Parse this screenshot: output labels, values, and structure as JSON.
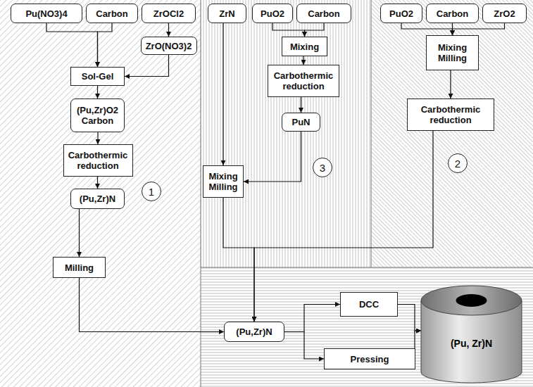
{
  "diagram": {
    "nodes": [
      {
        "text": [
          "Pu(NO3)4"
        ]
      },
      {
        "text": [
          "Carbon"
        ]
      },
      {
        "text": [
          "ZrOCl2"
        ]
      },
      {
        "text": [
          "ZrO(NO3)2"
        ]
      },
      {
        "text": [
          "Sol-Gel"
        ]
      },
      {
        "text": [
          "(Pu,Zr)O2 Carbon"
        ]
      },
      {
        "text": [
          "Carbothermic reduction"
        ]
      },
      {
        "text": [
          "(Pu,Zr)N"
        ]
      },
      {
        "text": [
          "1"
        ]
      },
      {
        "text": [
          "Milling"
        ]
      },
      {
        "text": [
          "ZrN"
        ]
      },
      {
        "text": [
          "PuO2"
        ]
      },
      {
        "text": [
          "Carbon"
        ]
      },
      {
        "text": [
          "Mixing"
        ]
      },
      {
        "text": [
          "Carbothermic reduction"
        ]
      },
      {
        "text": [
          "PuN"
        ]
      },
      {
        "text": [
          "Mixing Milling"
        ]
      },
      {
        "text": [
          "3"
        ]
      },
      {
        "text": [
          "PuO2"
        ]
      },
      {
        "text": [
          "Carbon"
        ]
      },
      {
        "text": [
          "ZrO2"
        ]
      },
      {
        "text": [
          "Mixing Milling"
        ]
      },
      {
        "text": [
          "Carbothermic reduction"
        ]
      },
      {
        "text": [
          "2"
        ]
      },
      {
        "text": [
          "(Pu,Zr)N"
        ]
      },
      {
        "text": [
          "DCC"
        ]
      },
      {
        "text": [
          "Pressing"
        ]
      },
      {
        "text": [
          "(Pu, Zr)N"
        ]
      }
    ],
    "edges": [
      {
        "from": 0,
        "to": 4,
        "arrow": "to"
      },
      {
        "from": 1,
        "to": 4,
        "arrow": "to"
      },
      {
        "from": 2,
        "to": 3,
        "arrow": "to"
      },
      {
        "from": 3,
        "to": 4,
        "arrow": "to"
      },
      {
        "from": 4,
        "to": 5,
        "arrow": "to"
      },
      {
        "from": 5,
        "to": 6,
        "arrow": "to"
      },
      {
        "from": 6,
        "to": 7,
        "arrow": "to"
      },
      {
        "from": 7,
        "to": 9,
        "arrow": "to"
      },
      {
        "from": 9,
        "to": 24,
        "arrow": "to"
      },
      {
        "from": 11,
        "to": 13,
        "arrow": "to"
      },
      {
        "from": 12,
        "to": 13,
        "arrow": "to"
      },
      {
        "from": 13,
        "to": 14,
        "arrow": "to"
      },
      {
        "from": 14,
        "to": 15,
        "arrow": "to"
      },
      {
        "from": 10,
        "to": 16,
        "arrow": "to"
      },
      {
        "from": 15,
        "to": 16,
        "arrow": "to"
      },
      {
        "from": 16,
        "to": 24,
        "arrow": "to"
      },
      {
        "from": 18,
        "to": 21,
        "arrow": "to"
      },
      {
        "from": 19,
        "to": 21,
        "arrow": "to"
      },
      {
        "from": 20,
        "to": 21,
        "arrow": "to"
      },
      {
        "from": 21,
        "to": 22,
        "arrow": "to"
      },
      {
        "from": 22,
        "to": 24,
        "arrow": "to"
      },
      {
        "from": 24,
        "to": 25,
        "arrow": "to"
      },
      {
        "from": 24,
        "to": 26,
        "arrow": "to"
      },
      {
        "from": 25,
        "to": 27,
        "arrow": "to"
      },
      {
        "from": 26,
        "to": 27,
        "arrow": "to"
      }
    ]
  }
}
